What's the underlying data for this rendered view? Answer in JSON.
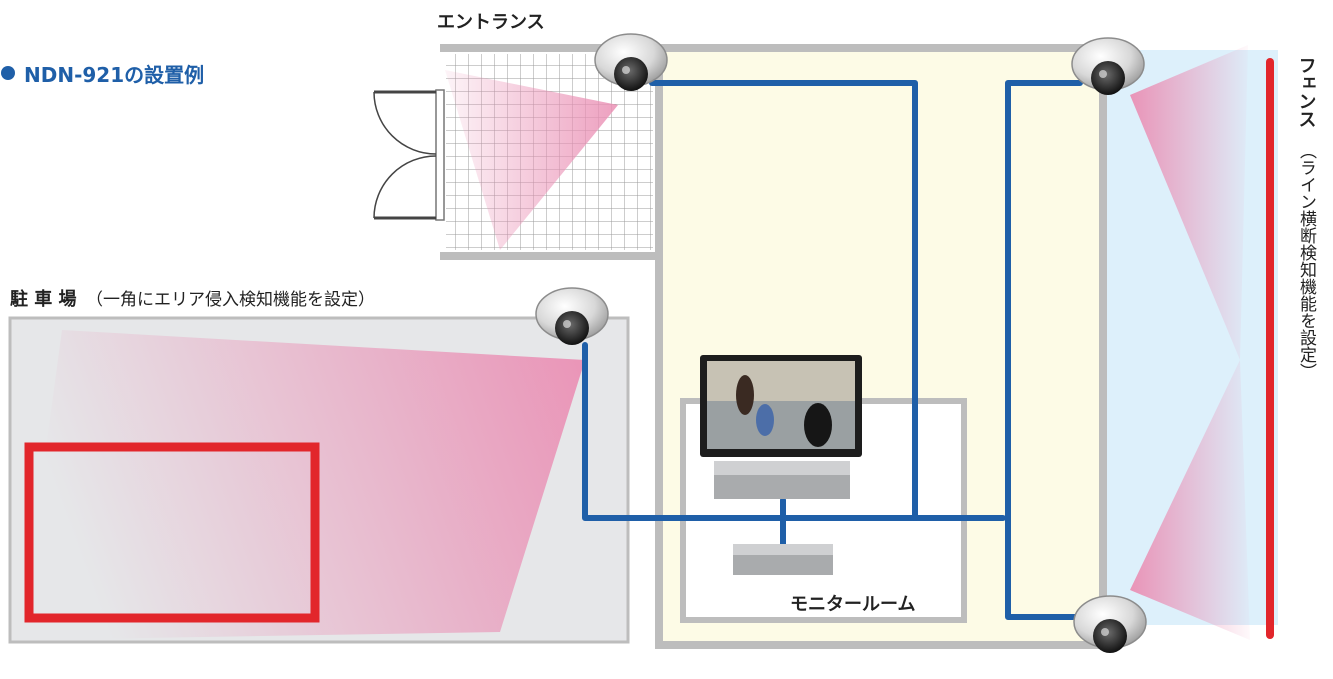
{
  "title": "NDN-921の設置例",
  "labels": {
    "entrance": "エントランス",
    "parking_name": "駐 車 場",
    "parking_note": "（一角にエリア侵入検知機能を設定）",
    "monitor_room": "モニタールーム",
    "fence_name": "フェンス",
    "fence_note": "（ライン横断検知機能を設定）"
  },
  "colors": {
    "wall": "#bdbdbd",
    "parking_fill": "#e6e7e9",
    "corridor_fill": "#fdfbe6",
    "fence_zone_fill": "#ddf0fb",
    "cable": "#1f5fa8",
    "alert_red": "#e2262b",
    "coverage_pink": "#ea8fb4",
    "accent_blue": "#1f5fa8"
  }
}
